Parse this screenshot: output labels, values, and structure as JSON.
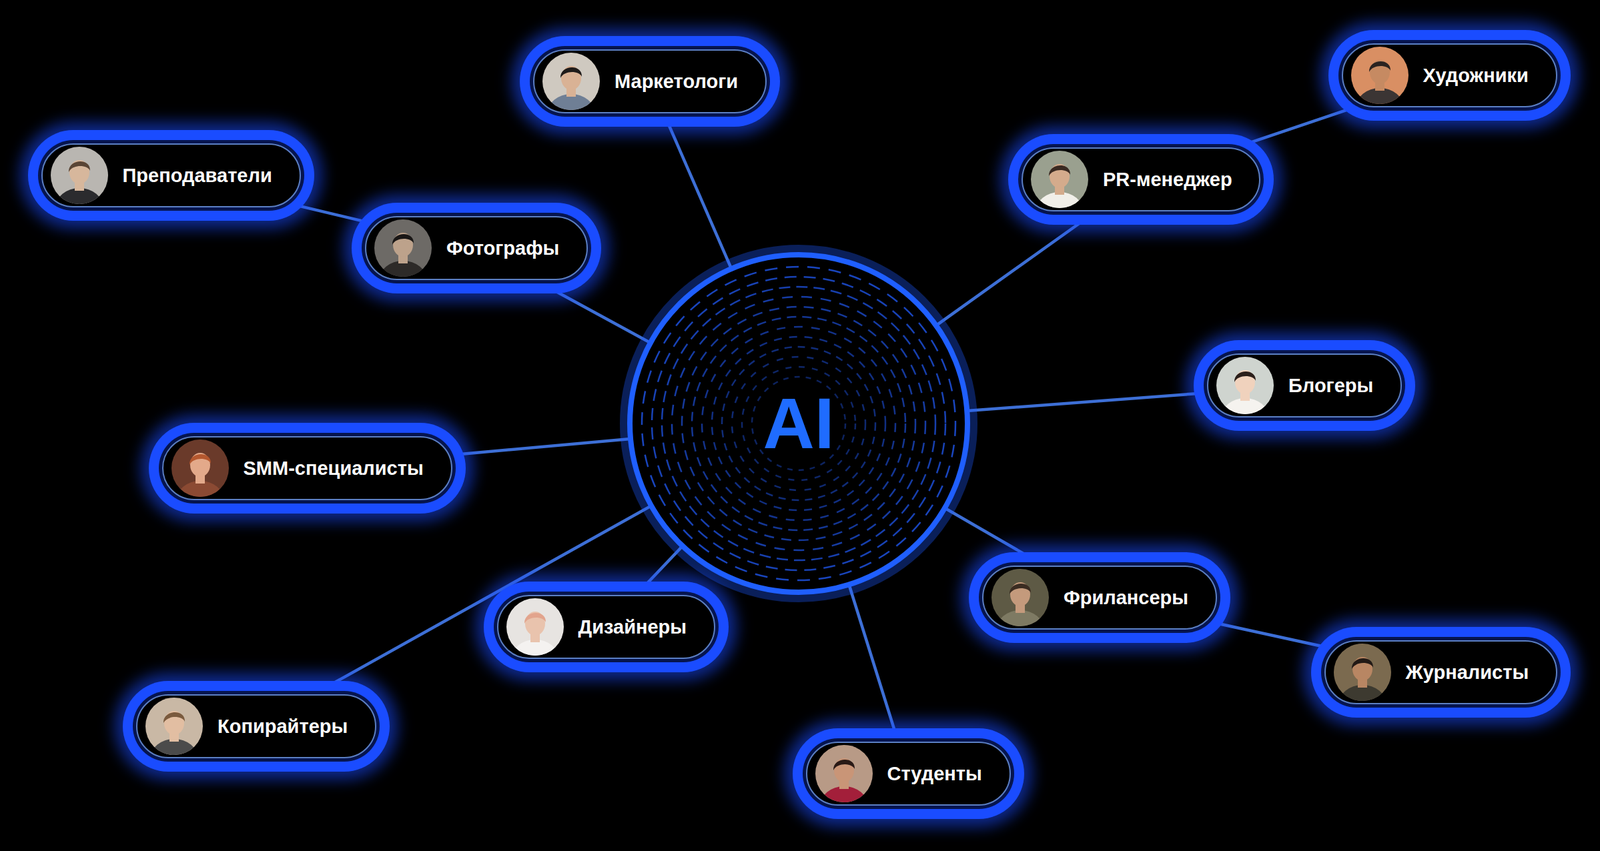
{
  "diagram": {
    "nodes": [
      {
        "text": [
          "Маркетологи"
        ]
      },
      {
        "text": [
          "Художники"
        ]
      },
      {
        "text": [
          "Преподаватели"
        ]
      },
      {
        "text": [
          "PR-менеджер"
        ]
      },
      {
        "text": [
          "Фотографы"
        ]
      },
      {
        "text": [
          "Блогеры"
        ]
      },
      {
        "text": [
          "AI"
        ]
      },
      {
        "text": [
          "SMM-специалисты"
        ]
      },
      {
        "text": [
          "Фрилансеры"
        ]
      },
      {
        "text": [
          "Дизайнеры"
        ]
      },
      {
        "text": [
          "Журналисты"
        ]
      },
      {
        "text": [
          "Копирайтеры"
        ]
      },
      {
        "text": [
          "Студенты"
        ]
      }
    ],
    "edges": [
      {
        "from": 0,
        "to": 6,
        "arrow": "none"
      },
      {
        "from": 1,
        "to": 3,
        "arrow": "none"
      },
      {
        "from": 3,
        "to": 6,
        "arrow": "none"
      },
      {
        "from": 2,
        "to": 4,
        "arrow": "none"
      },
      {
        "from": 4,
        "to": 6,
        "arrow": "none"
      },
      {
        "from": 5,
        "to": 6,
        "arrow": "none"
      },
      {
        "from": 7,
        "to": 6,
        "arrow": "none"
      },
      {
        "from": 8,
        "to": 6,
        "arrow": "none"
      },
      {
        "from": 9,
        "to": 6,
        "arrow": "none"
      },
      {
        "from": 10,
        "to": 8,
        "arrow": "none"
      },
      {
        "from": 11,
        "to": 6,
        "arrow": "none"
      },
      {
        "from": 12,
        "to": 6,
        "arrow": "none"
      }
    ]
  }
}
